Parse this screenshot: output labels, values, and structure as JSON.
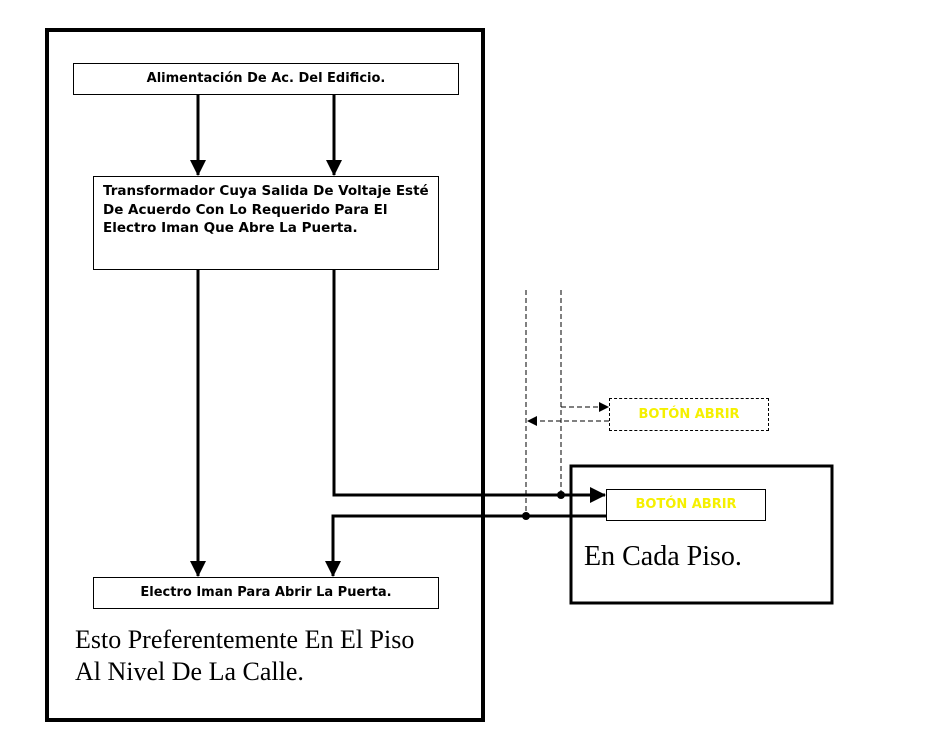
{
  "diagram": {
    "power_box": "Alimentación De Ac. Del Edificio.",
    "transformer_box": "Transformador Cuya Salida De Voltaje Esté De Acuerdo Con Lo Requerido Para El Electro Iman Que Abre La Puerta.",
    "magnet_box": "Electro Iman Para Abrir La Puerta.",
    "main_area_note": [
      "Esto Preferentemente En El Piso",
      "Al Nivel De La Calle."
    ],
    "floor_button_dashed": "BOTÓN ABRIR",
    "floor_button": "BOTÓN ABRIR",
    "floor_note": "En Cada Piso.",
    "colors": {
      "button_text": "#f5f000",
      "line": "#000000"
    }
  }
}
